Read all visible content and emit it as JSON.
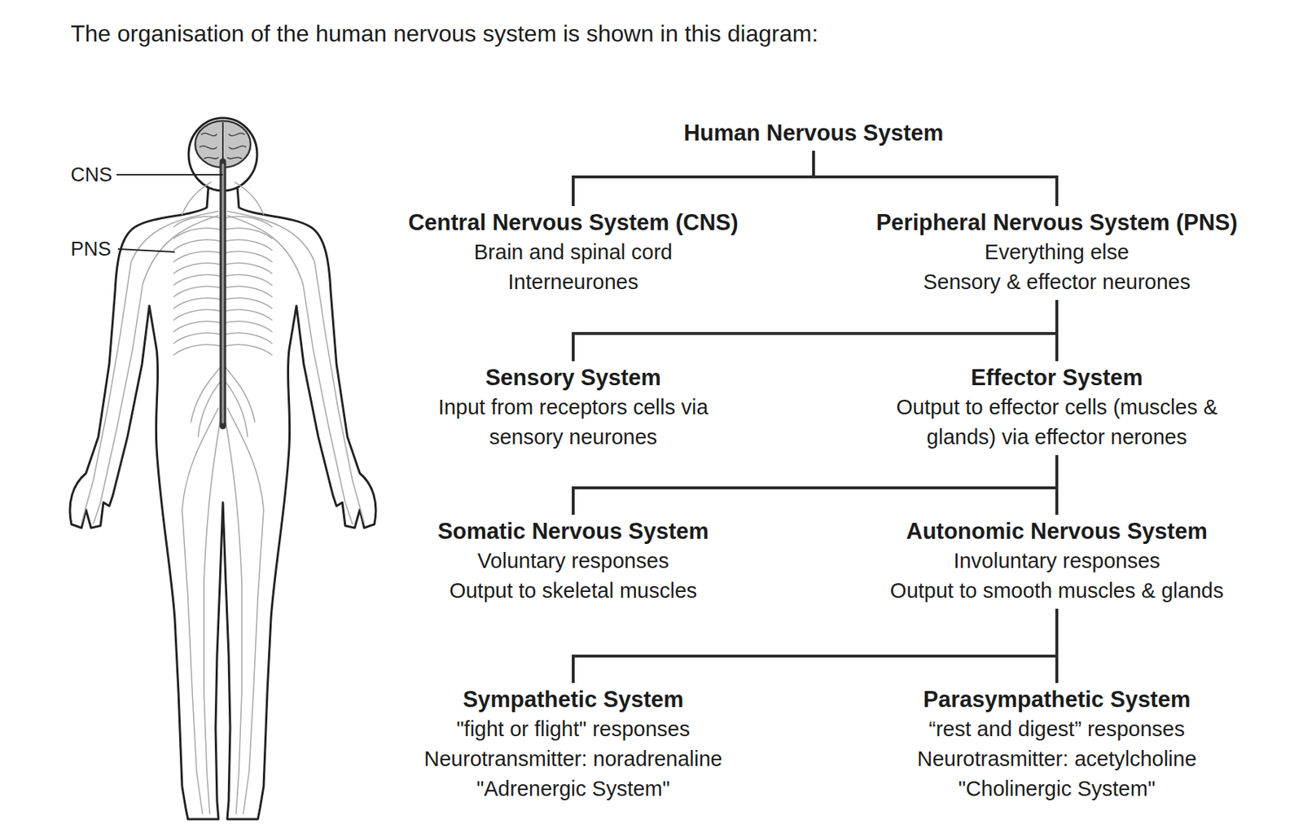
{
  "diagram": {
    "title": "The organisation of the human nervous system is shown in this diagram:",
    "nodes": [
      {
        "text": [
          "Human Nervous System"
        ]
      },
      {
        "text": [
          "Central Nervous System (CNS)",
          "Brain and spinal cord",
          "Interneurones"
        ]
      },
      {
        "text": [
          "Peripheral Nervous System (PNS)",
          "Everything else",
          "Sensory & effector neurones"
        ]
      },
      {
        "text": [
          "Sensory System",
          "Input from receptors cells via sensory neurones"
        ]
      },
      {
        "text": [
          "Effector System",
          "Output to effector cells (muscles & glands) via effector nerones"
        ]
      },
      {
        "text": [
          "Somatic Nervous System",
          "Voluntary responses",
          "Output to skeletal muscles"
        ]
      },
      {
        "text": [
          "Autonomic Nervous System",
          "Involuntary responses",
          "Output to smooth muscles & glands"
        ]
      },
      {
        "text": [
          "Sympathetic System",
          "\"fight or flight\" responses",
          "Neurotransmitter: noradrenaline",
          "\"Adrenergic System\""
        ]
      },
      {
        "text": [
          "Parasympathetic System",
          "“rest and digest” responses",
          "Neurotrasmitter: acetylcholine",
          "\"Cholinergic System\""
        ]
      }
    ],
    "edges": [
      {
        "from": 0,
        "to": 1,
        "arrow": "none"
      },
      {
        "from": 0,
        "to": 2,
        "arrow": "none"
      },
      {
        "from": 2,
        "to": 3,
        "arrow": "none"
      },
      {
        "from": 2,
        "to": 4,
        "arrow": "none"
      },
      {
        "from": 4,
        "to": 5,
        "arrow": "none"
      },
      {
        "from": 4,
        "to": 6,
        "arrow": "none"
      },
      {
        "from": 6,
        "to": 7,
        "arrow": "none"
      },
      {
        "from": 6,
        "to": 8,
        "arrow": "none"
      }
    ],
    "labels": [
      "CNS",
      "PNS"
    ]
  }
}
